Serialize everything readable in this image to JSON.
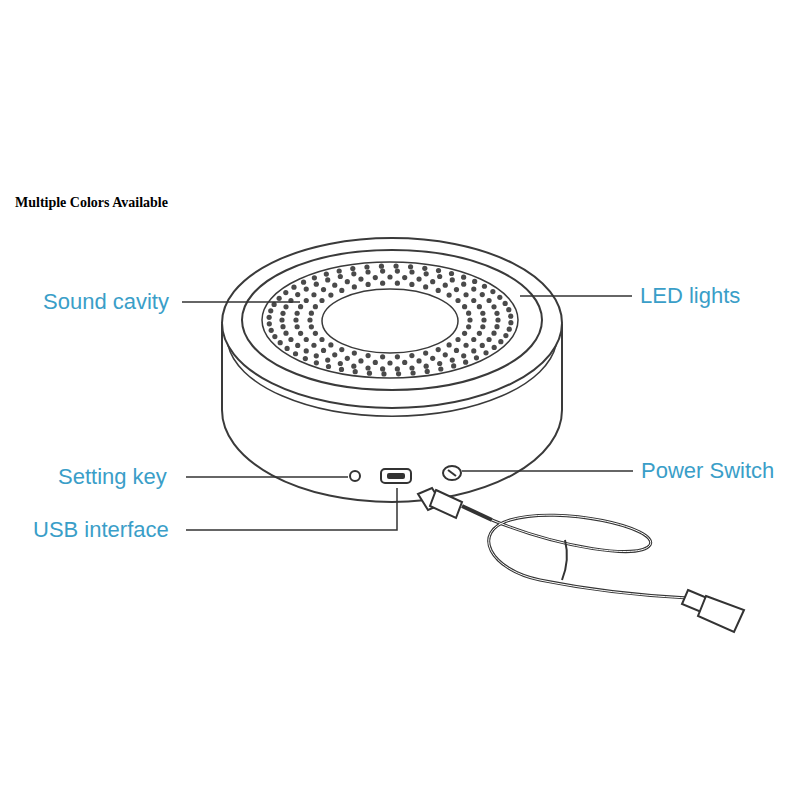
{
  "diagram": {
    "title": "Multiple Colors Available",
    "labels": [
      "Sound cavity",
      "LED lights",
      "Setting key",
      "USB interface",
      "Power Switch"
    ]
  }
}
